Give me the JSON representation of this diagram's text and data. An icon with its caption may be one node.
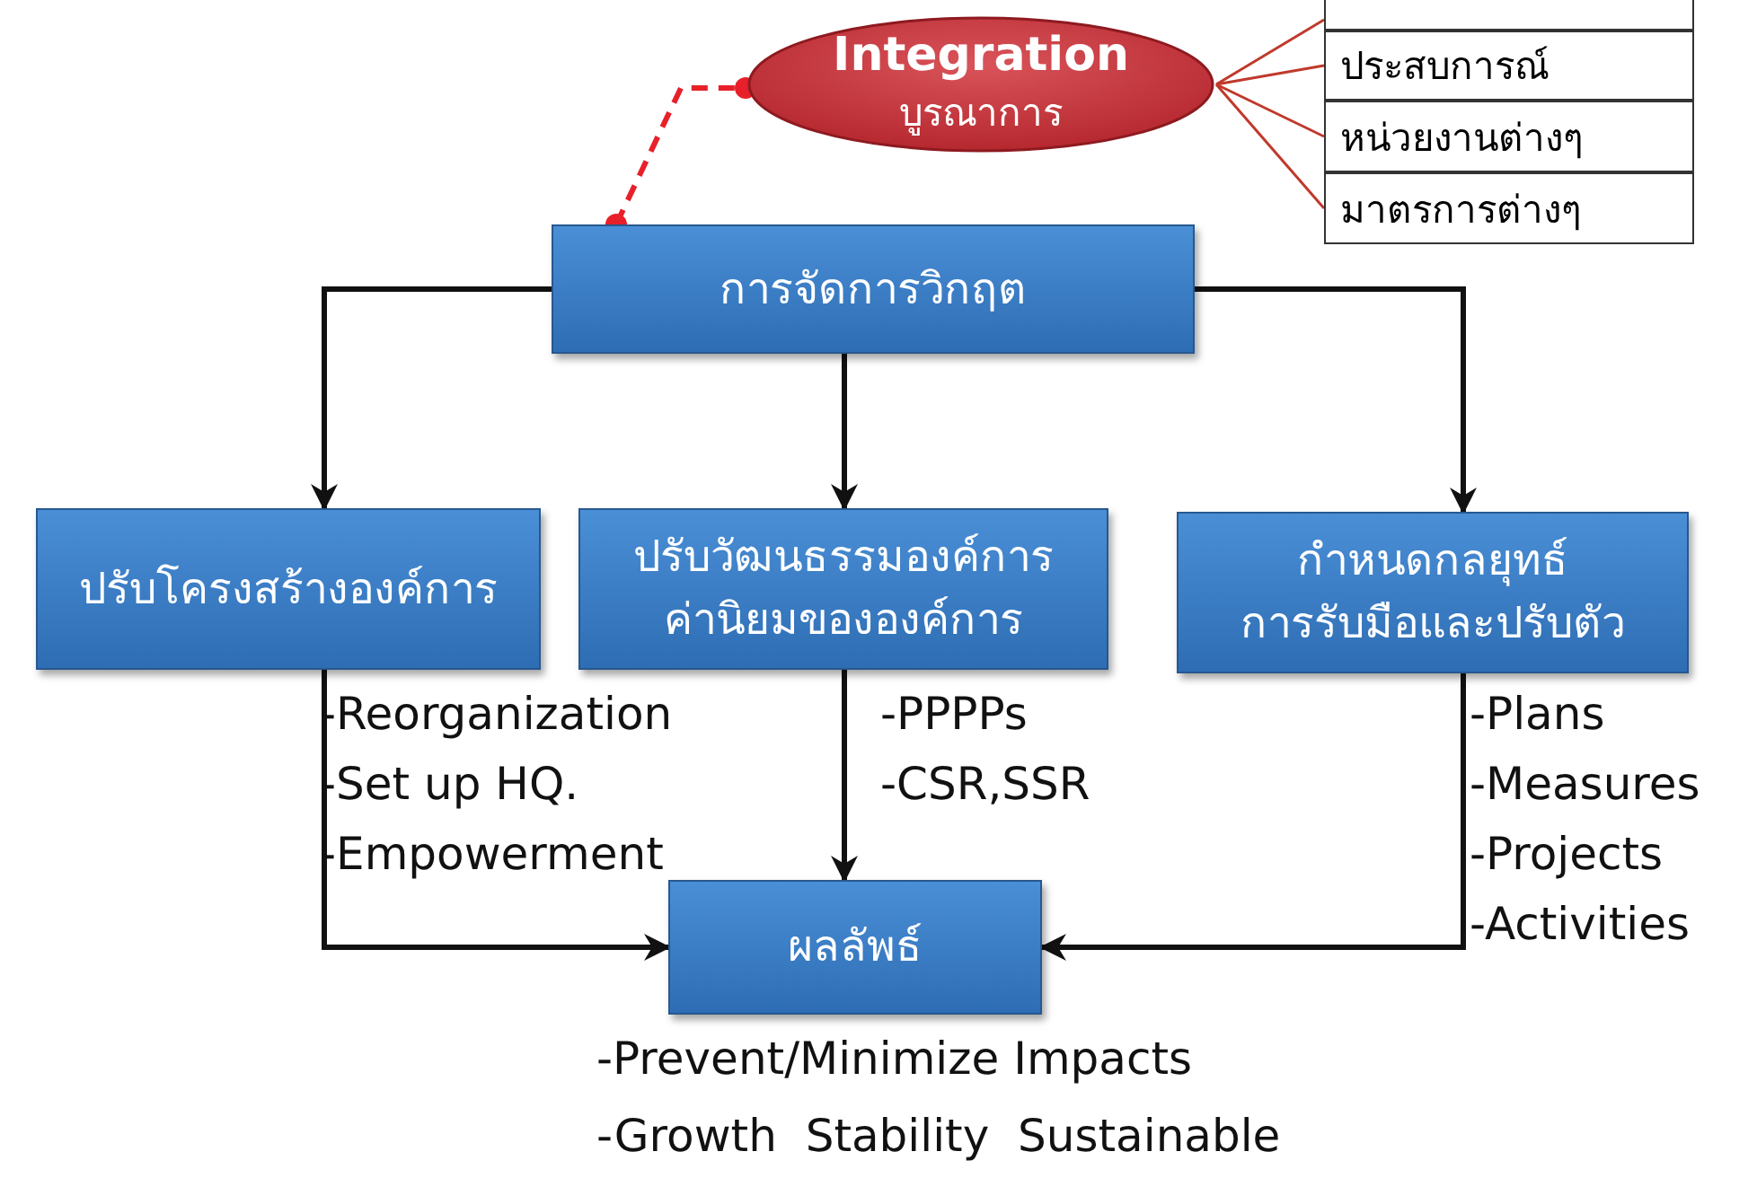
{
  "diagram": {
    "nodes": [
      {
        "text": [
          "Integration",
          "บูรณาการ"
        ]
      },
      {
        "text": [],
        "shape": "box"
      },
      {
        "text": [
          "ประสบการณ์"
        ]
      },
      {
        "text": [
          "หน่วยงานต่างๆ"
        ]
      },
      {
        "text": [
          "มาตรการต่างๆ"
        ]
      },
      {
        "text": [
          "การจัดการวิกฤต"
        ]
      },
      {
        "text": [
          "ปรับโครงสร้างองค์การ"
        ],
        "beside": [
          "-Reorganization",
          "-Set up HQ.",
          "-Empowerment"
        ]
      },
      {
        "text": [
          "ปรับวัฒนธรรมองค์การ ค่านิยมขององค์การ"
        ],
        "beside": [
          "-PPPPs",
          "-CSR,SSR"
        ]
      },
      {
        "text": [
          "กำหนดกลยุทธ์ การรับมือและปรับตัว"
        ],
        "beside": [
          "-Plans",
          "-Measures",
          "-Projects",
          "-Activities"
        ]
      },
      {
        "text": [
          "ผลลัพธ์"
        ],
        "beside": [
          "-Prevent/Minimize Impacts",
          "-Growth  Stability  Sustainable"
        ]
      }
    ],
    "edges": [
      {
        "from": 0,
        "to": 1,
        "arrow": "none",
        "color": "#c0392b"
      },
      {
        "from": 0,
        "to": 2,
        "arrow": "none",
        "color": "#c0392b"
      },
      {
        "from": 0,
        "to": 3,
        "arrow": "none",
        "color": "#c0392b"
      },
      {
        "from": 0,
        "to": 4,
        "arrow": "none",
        "color": "#c0392b"
      },
      {
        "from": 5,
        "to": 0,
        "arrow": "other",
        "style": "dashed",
        "color": "#e8202a"
      },
      {
        "from": 5,
        "to": 6,
        "arrow": "to"
      },
      {
        "from": 5,
        "to": 7,
        "arrow": "to"
      },
      {
        "from": 5,
        "to": 8,
        "arrow": "to"
      },
      {
        "from": 6,
        "to": 9,
        "arrow": "to"
      },
      {
        "from": 7,
        "to": 9,
        "arrow": "to"
      },
      {
        "from": 8,
        "to": 9,
        "arrow": "to"
      }
    ]
  }
}
